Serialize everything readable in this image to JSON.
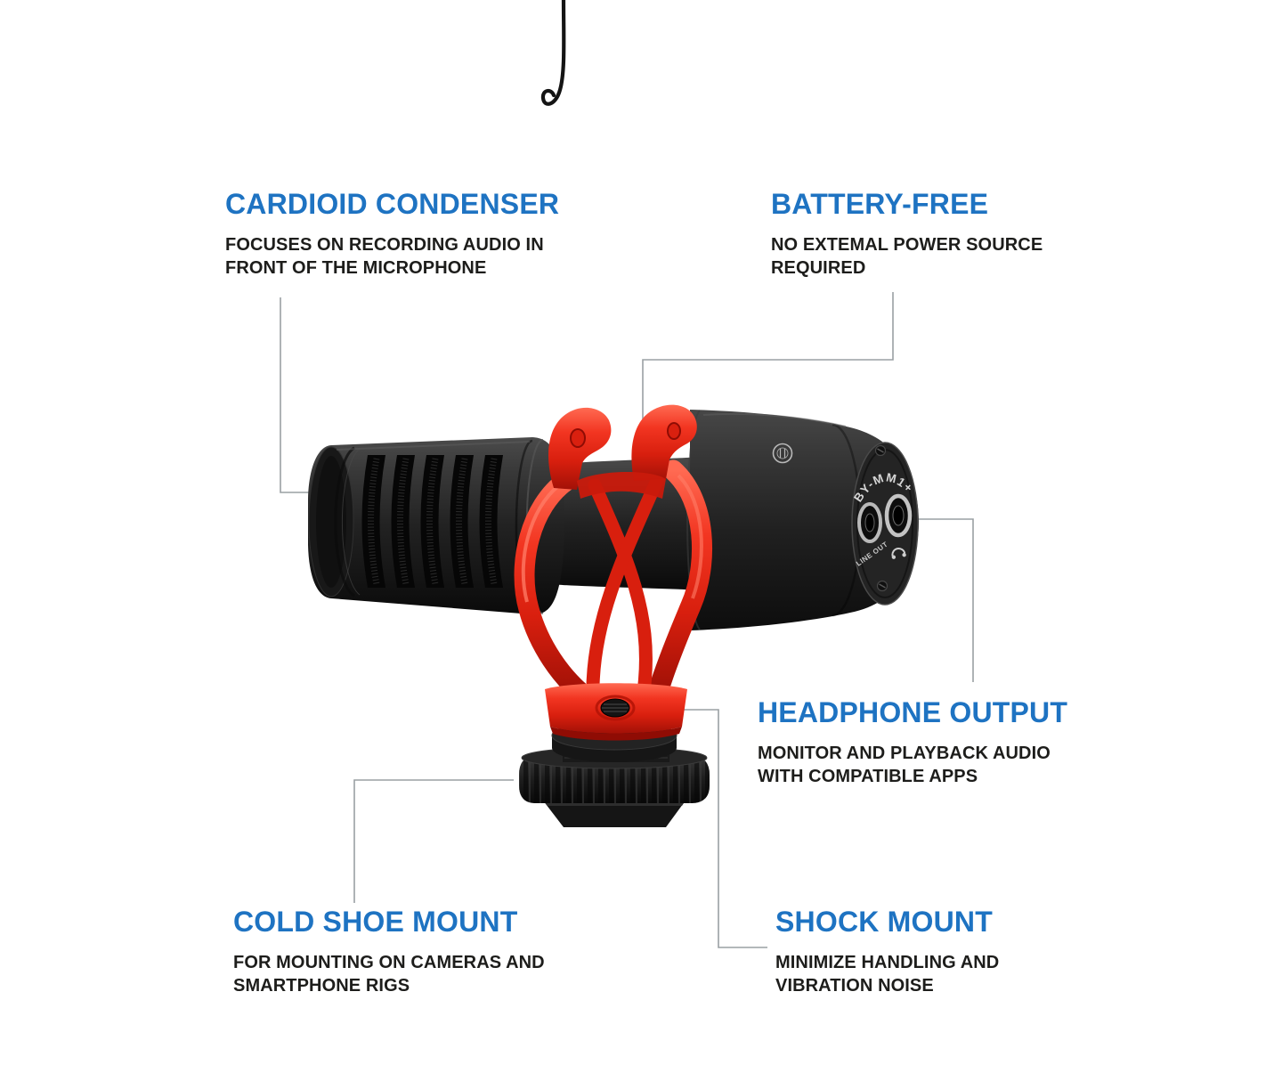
{
  "colors": {
    "background": "#ffffff",
    "heading_blue": "#1e73c2",
    "body_text": "#1d1d1b",
    "leader_line_gray": "#9aa0a3",
    "shock_mount_red": "#e8251a",
    "mic_black": "#1a1a1a"
  },
  "callouts": {
    "cardioid": {
      "title": "CARDIOID CONDENSER",
      "description": "FOCUSES ON RECORDING AUDIO IN FRONT OF THE MICROPHONE"
    },
    "battery": {
      "title": "BATTERY-FREE",
      "description": "NO EXTEMAL POWER SOURCE REQUIRED"
    },
    "headphone": {
      "title": "HEADPHONE OUTPUT",
      "description": "MONITOR AND PLAYBACK AUDIO WITH COMPATIBLE APPS"
    },
    "cold_shoe": {
      "title": "COLD SHOE MOUNT",
      "description": "FOR MOUNTING ON CAMERAS AND SMARTPHONE RIGS"
    },
    "shock": {
      "title": "SHOCK MOUNT",
      "description": "MINIMIZE HANDLING AND VIBRATION NOISE"
    }
  },
  "mic": {
    "model_label": "BY-MM1+",
    "line_out_label": "LINE OUT"
  }
}
